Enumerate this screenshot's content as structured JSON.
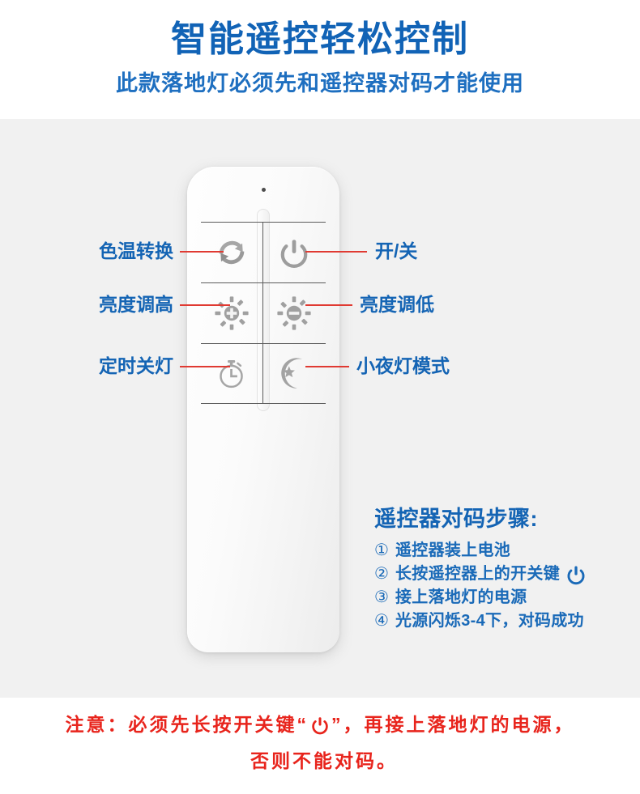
{
  "header": {
    "title": "智能遥控轻松控制",
    "subtitle": "此款落地灯必须先和遥控器对码才能使用"
  },
  "colors": {
    "title_blue": "#1163b6",
    "label_blue": "#1464b4",
    "warning_red": "#e8241c",
    "leader_red": "#e03a32",
    "panel_gray": "#f1f1f1",
    "icon_gray": "#9a9a9a"
  },
  "remote": {
    "buttons": [
      {
        "position": "top-left",
        "icon": "color-temperature-cycle-icon",
        "label": "色温转换",
        "side": "left"
      },
      {
        "position": "top-right",
        "icon": "power-icon",
        "label": "开/关",
        "side": "right"
      },
      {
        "position": "middle-left",
        "icon": "brightness-up-icon",
        "label": "亮度调高",
        "side": "left"
      },
      {
        "position": "middle-right",
        "icon": "brightness-down-icon",
        "label": "亮度调低",
        "side": "right"
      },
      {
        "position": "bottom-left",
        "icon": "timer-off-icon",
        "label": "定时关灯",
        "side": "left"
      },
      {
        "position": "bottom-right",
        "icon": "night-light-moon-icon",
        "label": "小夜灯模式",
        "side": "right"
      }
    ]
  },
  "steps": {
    "title": "遥控器对码步骤:",
    "items": [
      {
        "num": "①",
        "text": "遥控器装上电池",
        "icon": ""
      },
      {
        "num": "②",
        "text": "长按遥控器上的开关键",
        "icon": "power-icon"
      },
      {
        "num": "③",
        "text": "接上落地灯的电源",
        "icon": ""
      },
      {
        "num": "④",
        "text": "光源闪烁3-4下，对码成功",
        "icon": ""
      }
    ]
  },
  "warning": {
    "line1_before": "注意：必须先长按开关键“",
    "line1_icon": "power-icon",
    "line1_after": "”，再接上落地灯的电源，",
    "line2": "否则不能对码。"
  }
}
